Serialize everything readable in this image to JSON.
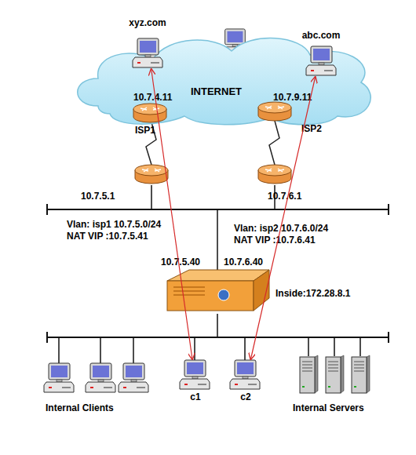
{
  "diagram": {
    "nodes": [
      {
        "text": [
          "INTERNET"
        ]
      },
      {
        "text": [
          "xyz.com"
        ],
        "in": 0
      },
      {
        "text": [
          "abc.com"
        ],
        "in": 0
      },
      {
        "text": [
          "ISP1"
        ]
      },
      {
        "text": [
          "ISP2"
        ]
      },
      {
        "text": [
          "Inside:172.28.8.1"
        ]
      },
      {
        "text": [
          "c1"
        ]
      },
      {
        "text": [
          "c2"
        ]
      }
    ],
    "edges": [
      {
        "from": 1,
        "to": 6,
        "arrow": "both"
      },
      {
        "from": 2,
        "to": 7,
        "arrow": "both"
      }
    ],
    "labels": [
      "10.7.4.11",
      "10.7.9.11",
      "10.7.5.1",
      "10.7.6.1",
      "Vlan: isp1 10.7.5.0/24",
      "NAT VIP :10.7.5.41",
      "Vlan: isp2 10.7.6.0/24",
      "NAT VIP :10.7.6.41",
      "10.7.5.40",
      "10.7.6.40",
      "Internal Clients",
      "Internal Servers"
    ]
  }
}
